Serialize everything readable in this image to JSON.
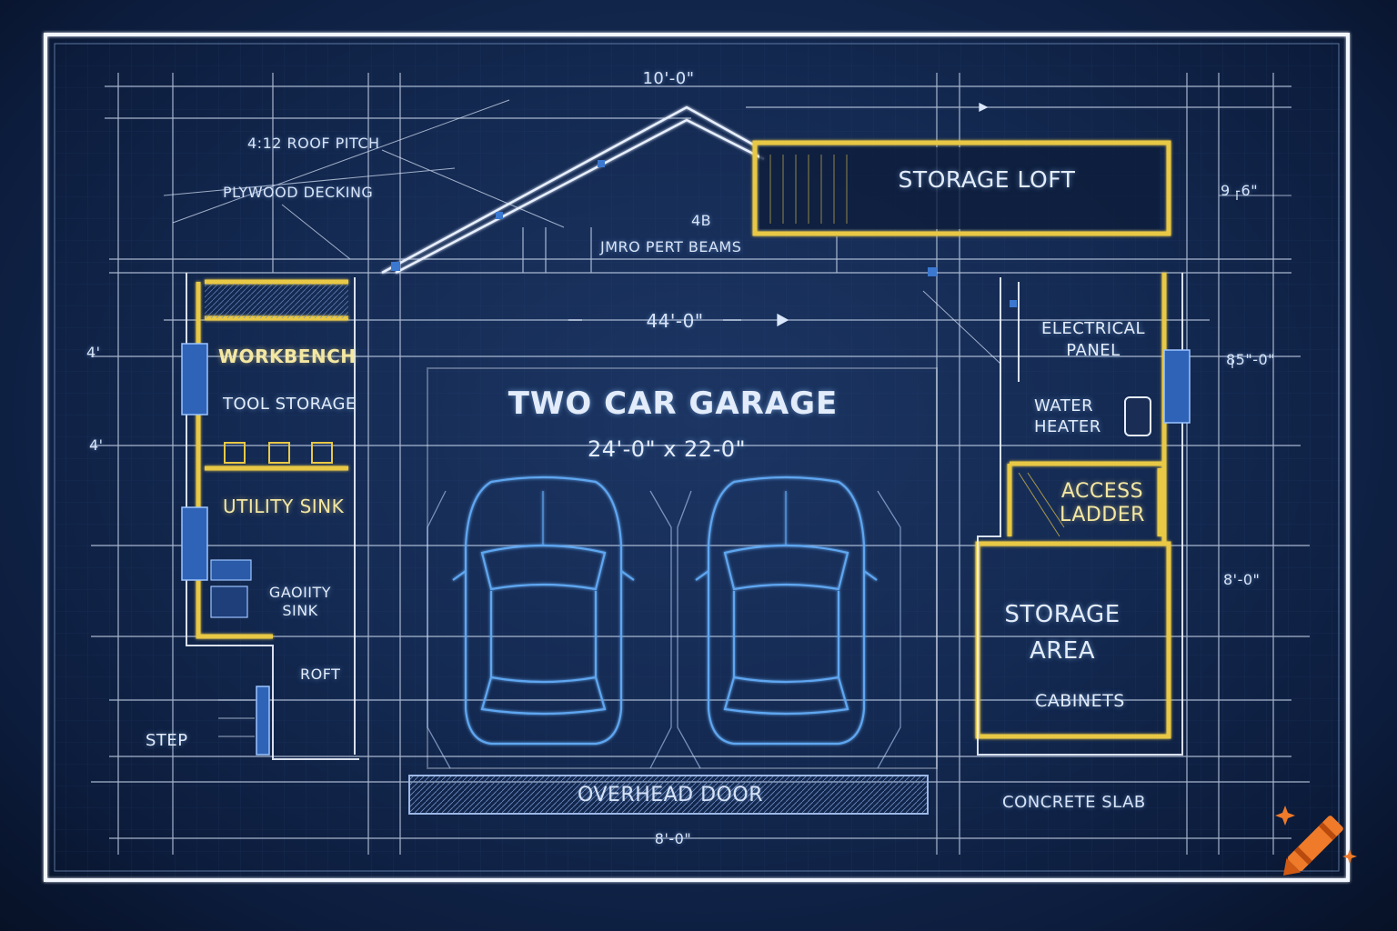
{
  "title": "TWO CAR GARAGE",
  "subtitle": "24'-0\" x 22-0\"",
  "rooms": {
    "storage_loft": "STORAGE LOFT",
    "workbench": "WORKBENCH",
    "tool_storage": "TOOL STORAGE",
    "utility_sink": "UTILITY SINK",
    "gaoiity_sink": "GAOIITY\nSINK",
    "roft": "ROFT",
    "step": "STEP",
    "electrical_panel": "ELECTRICAL\nPANEL",
    "water_heater": "WATER\nHEATER",
    "access_ladder": "ACCESS\nLADDER",
    "storage_area": "STORAGE\nAREA",
    "cabinets": "CABINETS",
    "overhead_door": "OVERHEAD DOOR",
    "concrete_slab": "CONCRETE SLAB"
  },
  "notes": {
    "roof_pitch": "4:12 ROOF PITCH",
    "plywood_decking": "PLYWOOD DECKING",
    "beams_tag": "4B",
    "beams": "JMRO PERT BEAMS"
  },
  "dimensions": {
    "top": "10'-0\"",
    "width": "44'-0\"",
    "loft_right": "9 -6\"",
    "right_upper": "85\"-0\"",
    "right_lower": "8'-0\"",
    "bottom": "8'-0\"",
    "left_a": "4'",
    "left_b": "4'"
  },
  "colors": {
    "background": "#142a52",
    "line": "#dbe7fb",
    "wall": "#e8c845",
    "car": "#5fa6f0"
  },
  "icons": {
    "logo": "crayon-icon"
  }
}
